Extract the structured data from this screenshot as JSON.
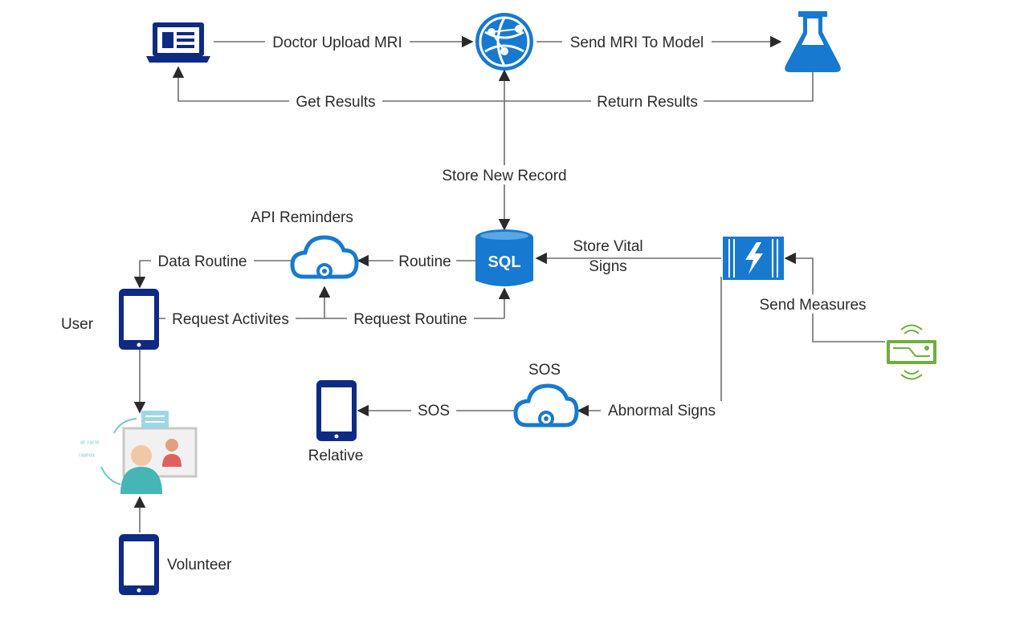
{
  "colors": {
    "azure_blue": "#1779d0",
    "navy": "#0f2a85",
    "iot_green": "#6fae3c",
    "line": "#6e6e6e",
    "text": "#2b2b2b"
  },
  "nodes": {
    "laptop": {
      "icon": "laptop-icon"
    },
    "web_app": {
      "icon": "web-app-globe-icon"
    },
    "ml_model": {
      "icon": "flask-icon"
    },
    "sql_db": {
      "icon": "sql-database-icon",
      "text": "SQL"
    },
    "api_reminders": {
      "icon": "cloud-icon",
      "label": "API Reminders"
    },
    "event_hub": {
      "icon": "event-hub-icon"
    },
    "iot_device": {
      "icon": "iot-device-icon"
    },
    "user_phone": {
      "icon": "phone-icon",
      "label": "User"
    },
    "sos_service": {
      "icon": "cloud-icon",
      "label": "SOS"
    },
    "relative_phone": {
      "icon": "phone-icon",
      "label": "Relative"
    },
    "video_call": {
      "icon": "video-call-illustration"
    },
    "volunteer_phone": {
      "icon": "phone-icon",
      "label": "Volunteer"
    }
  },
  "edges": {
    "doctor_upload": "Doctor Upload MRI",
    "send_mri": "Send MRI To Model",
    "get_results": "Get Results",
    "return_results": "Return Results",
    "store_record": "Store New Record",
    "routine": "Routine",
    "data_routine": "Data Routine",
    "request_activities": "Request Activites",
    "request_routine": "Request Routine",
    "store_vital_1": "Store Vital",
    "store_vital_2": "Signs",
    "send_measures": "Send Measures",
    "abnormal_signs": "Abnormal Signs",
    "sos": "SOS"
  }
}
